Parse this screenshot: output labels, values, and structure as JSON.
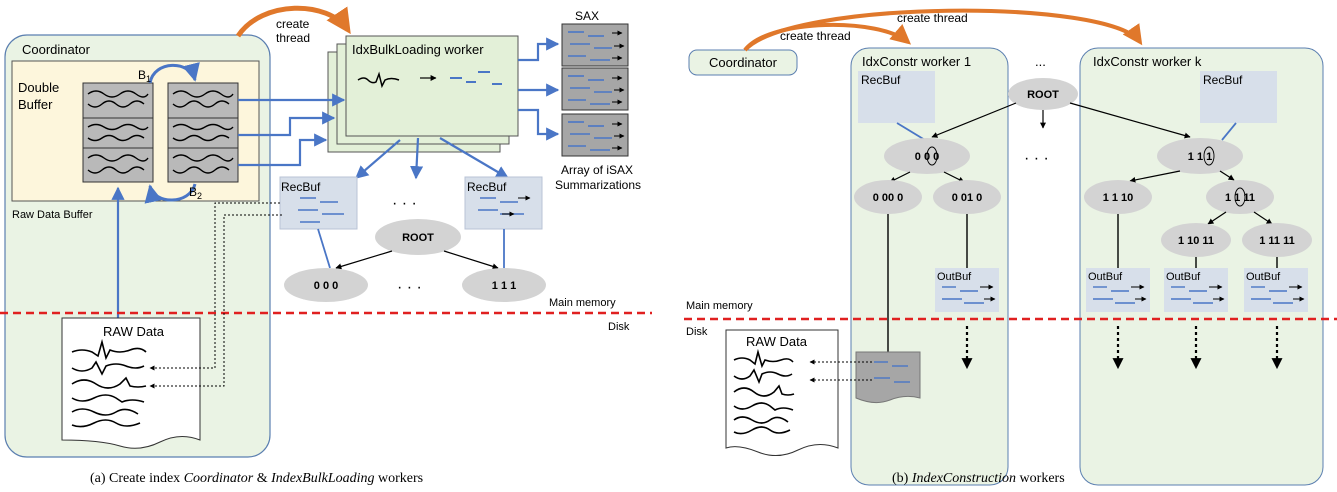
{
  "colors": {
    "panel_fill": "#eaf3e4",
    "panel_stroke": "#5b7fb0",
    "buffer_fill": "#fdf6dc",
    "cell_fill": "#b9b9b9",
    "node_fill": "#d3d3d3",
    "recbuf_fill": "#d7dfea",
    "arrow_blue": "#4a76c6",
    "arc_orange": "#e0782b",
    "memory_line": "#e02020",
    "worker_fill": "#e3f0d8",
    "sax_fill": "#a6a6a6"
  },
  "panel_a": {
    "coordinator": "Coordinator",
    "double_buffer": [
      "Double",
      "Buffer"
    ],
    "b1": "B",
    "b1_sub": "1",
    "b2": "B",
    "b2_sub": "2",
    "raw_data_buffer": "Raw Data Buffer",
    "create_thread": [
      "create",
      "thread"
    ],
    "worker": "IdxBulkLoading worker",
    "sax": "SAX",
    "array_summ": [
      "Array of iSAX",
      "Summarizations"
    ],
    "recbuf_left": "RecBuf",
    "recbuf_right": "RecBuf",
    "dots_top": "· · ·",
    "root": "ROOT",
    "leaf_left": "0 0 0",
    "leaf_right": "1 1 1",
    "dots_bottom": "· · ·",
    "main_memory": "Main memory",
    "disk": "Disk",
    "raw_data": "RAW Data",
    "caption": "(a) Create index Coordinator & IndexBulkLoading workers",
    "caption_prefix": "(a) Create index ",
    "caption_coord": "Coordinator",
    "caption_amp": " & ",
    "caption_ibl": "IndexBulkLoading",
    "caption_suffix": " workers"
  },
  "panel_b": {
    "coordinator": "Coordinator",
    "create_thread_1": "create thread",
    "create_thread_k": "create thread",
    "worker1": "IdxConstr worker 1",
    "workerk": "IdxConstr worker k",
    "dots_header": "...",
    "recbuf_1": "RecBuf",
    "recbuf_k": "RecBuf",
    "root": "ROOT",
    "dots_middle": "· · ·",
    "node_000": "0 0 0",
    "node_0000": "0 00 0",
    "node_0010": "0 01 0",
    "node_111": "1 1 1",
    "node_1110": "1 1 10",
    "node_1111": "1 1 11",
    "node_11011": "1 10 11",
    "node_11111": "1 11 11",
    "outbuf_1": "OutBuf",
    "outbuf_2": "OutBuf",
    "outbuf_3": "OutBuf",
    "outbuf_4": "OutBuf",
    "main_memory": "Main memory",
    "disk": "Disk",
    "raw_data": "RAW Data",
    "caption": "(b) IndexConstruction workers",
    "caption_prefix": "(b) ",
    "caption_ic": "IndexConstruction",
    "caption_suffix": " workers"
  }
}
